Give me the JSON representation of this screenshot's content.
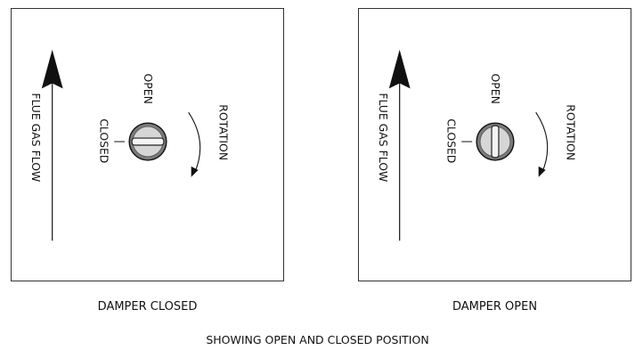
{
  "panels": [
    {
      "id": "left",
      "flow_label": "FLUE GAS FLOW",
      "open_label": "OPEN",
      "closed_label": "CLOSED",
      "rotation_label": "ROTATION",
      "damper_state": "closed",
      "caption": "DAMPER CLOSED"
    },
    {
      "id": "right",
      "flow_label": "FLUE GAS FLOW",
      "open_label": "OPEN",
      "closed_label": "CLOSED",
      "rotation_label": "ROTATION",
      "damper_state": "open",
      "caption": "DAMPER OPEN"
    }
  ],
  "figure_caption": "SHOWING OPEN AND CLOSED POSITION",
  "colors": {
    "line": "#111111",
    "knob_fill": "#c8c8c8",
    "knob_dark": "#6a6a6a",
    "knob_light": "#f2f2f2"
  }
}
